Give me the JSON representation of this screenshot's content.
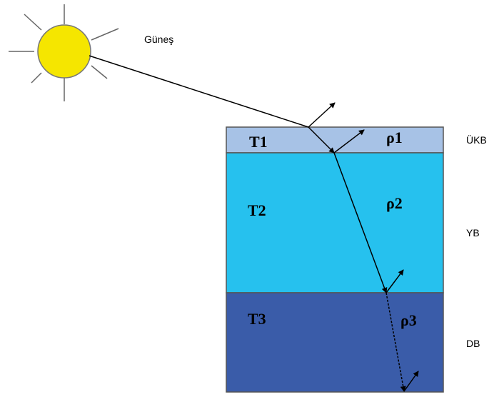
{
  "sun": {
    "label": "Güneş",
    "fill": "#f5e600"
  },
  "layers": [
    {
      "temp_label": "T1",
      "density_label": "ρ1",
      "name": "ÜKB",
      "color": "#a7c2e6"
    },
    {
      "temp_label": "T2",
      "density_label": "ρ2",
      "name": "YB",
      "color": "#26c1ee"
    },
    {
      "temp_label": "T3",
      "density_label": "ρ3",
      "name": "DB",
      "color": "#3a5ca9"
    }
  ],
  "colors": {
    "ray": "#000000",
    "border": "#555555"
  }
}
